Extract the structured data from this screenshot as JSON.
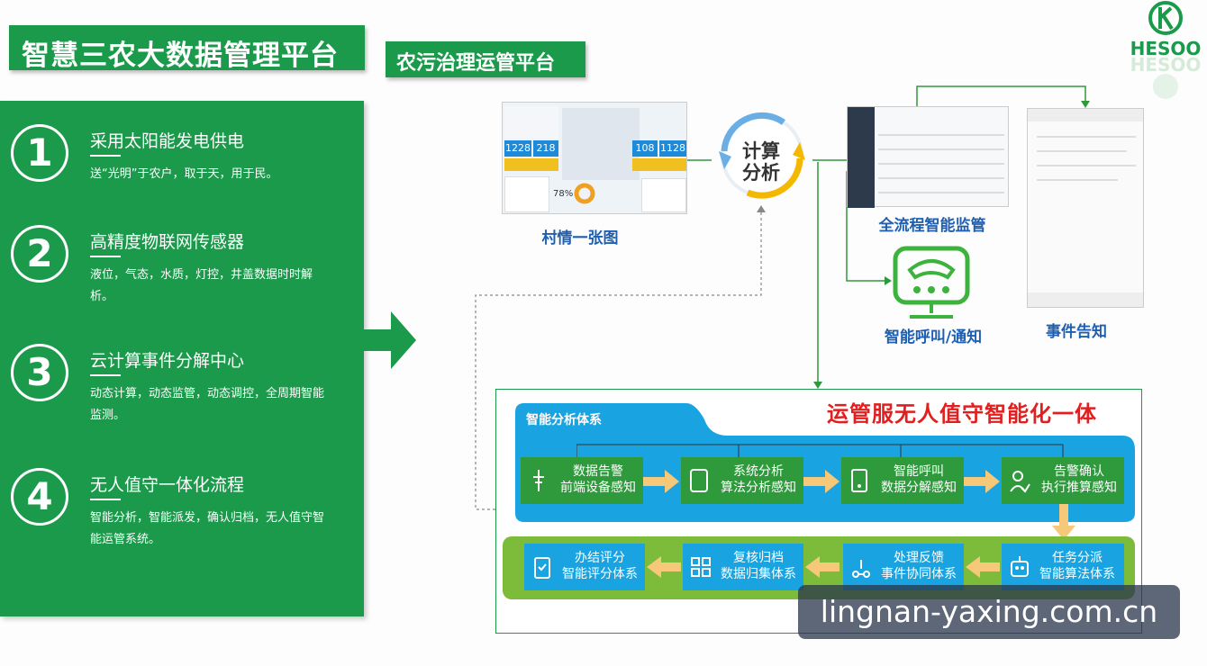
{
  "header": {
    "title": "智慧三农大数据管理平台",
    "subtitle": "农污治理运管平台",
    "logo_text": "HESOO",
    "logo_reflection": "HESOO"
  },
  "features": [
    {
      "num": "1",
      "title": "采用太阳能发电供电",
      "desc": "送“光明”于农户，取于天，用于民。"
    },
    {
      "num": "2",
      "title": "高精度物联网传感器",
      "desc": "液位，气态，水质，灯控，井盖数据时时解析。"
    },
    {
      "num": "3",
      "title": "云计算事件分解中心",
      "desc": "动态计算，动态监管，动态调控，全周期智能监测。"
    },
    {
      "num": "4",
      "title": "无人值守一体化流程",
      "desc": "智能分析，智能派发，确认归档，无人值守智能运管系统。"
    }
  ],
  "dashboard": {
    "caption": "村情一张图",
    "stats": [
      "1228",
      "218",
      "108",
      "1128"
    ],
    "percent": "78%"
  },
  "calc": {
    "line1": "计算",
    "line2": "分析"
  },
  "monitor": {
    "caption": "全流程智能监管"
  },
  "call": {
    "caption": "智能呼叫/通知"
  },
  "notify": {
    "caption": "事件告知"
  },
  "system": {
    "heading": "运管服无人值守智能化一体",
    "tab_label": "智能分析体系",
    "row1": [
      {
        "l1": "数据告警",
        "l2": "前端设备感知"
      },
      {
        "l1": "系统分析",
        "l2": "算法分析感知"
      },
      {
        "l1": "智能呼叫",
        "l2": "数据分解感知"
      },
      {
        "l1": "告警确认",
        "l2": "执行推算感知"
      }
    ],
    "row2": [
      {
        "l1": "办结评分",
        "l2": "智能评分体系"
      },
      {
        "l1": "复核归档",
        "l2": "数据归集体系"
      },
      {
        "l1": "处理反馈",
        "l2": "事件协同体系"
      },
      {
        "l1": "任务分派",
        "l2": "智能算法体系"
      }
    ]
  },
  "watermark": "lingnan-yaxing.com.cn",
  "colors": {
    "green": "#1a9a4a",
    "blue": "#19a3e0",
    "light_green": "#7dbb3a",
    "red": "#e02020",
    "arrow": "#f5c87a",
    "caption_blue": "#1e5fb0"
  }
}
